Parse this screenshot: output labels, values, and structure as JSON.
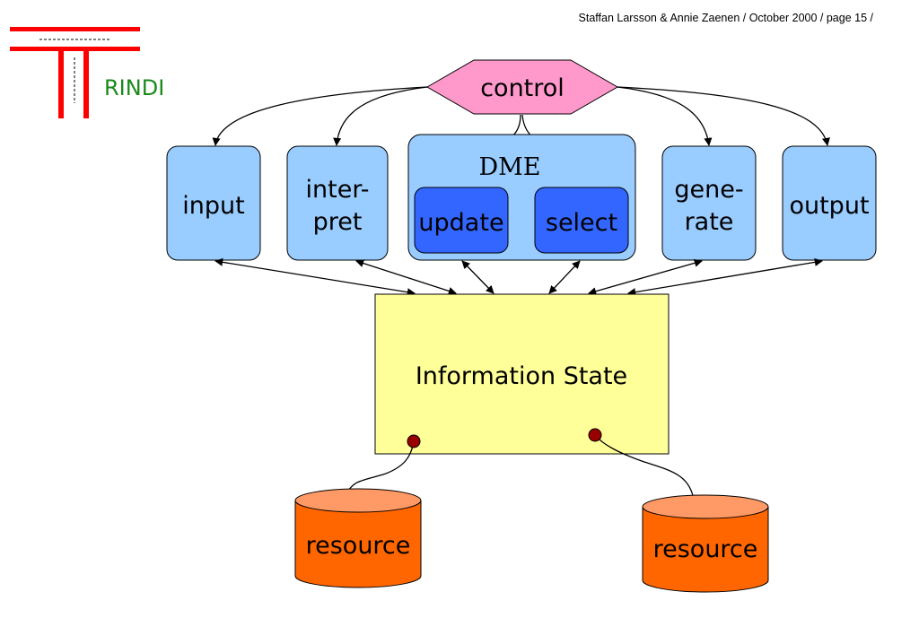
{
  "header": {
    "text": "Staffan Larsson & Annie Zaenen / October  2000 / page 15 /"
  },
  "logo": {
    "text": "RINDI"
  },
  "diagram": {
    "control": "control",
    "dme_label": "DME",
    "input": "input",
    "interpret": [
      "inter-",
      "pret"
    ],
    "update": "update",
    "select": "select",
    "generate": [
      "gene-",
      "rate"
    ],
    "output": "output",
    "information_state": "Information State",
    "resource_left": "resource",
    "resource_right": "resource"
  },
  "colors": {
    "control_fill": "#ff99cc",
    "module_fill": "#99ccff",
    "dme_inner_fill": "#3366ff",
    "info_state_fill": "#ffff99",
    "resource_side": "#ff6600",
    "resource_top": "#ff9966",
    "connector_dot": "#990000",
    "logo_red": "#ff0000",
    "logo_green": "#1a8a1a"
  }
}
